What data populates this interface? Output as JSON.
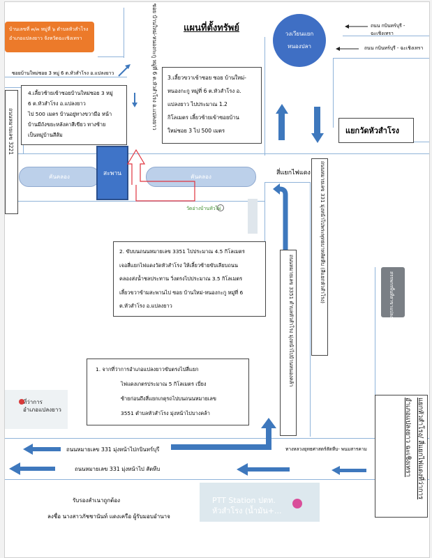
{
  "title": "แผนที่ตั้งทรัพย์",
  "note_orange": {
    "line1": "บ้านเลขที่ ๓/๓ หมู่ที่ ๖ ตำบลหัวสำโรง",
    "line2": "อำเภอแปลงยาว จังหวัดฉะเชิงเทรา"
  },
  "circle_label": {
    "line1": "วงเวียนแยก",
    "line2": "หนองปลา"
  },
  "roads": {
    "top_right_1": "ถนน กบินทร์บุรี - ฉะเชิงเทรา",
    "top_right_2": "ถนน กบินทร์บุรี - ฉะเชิงเทรา",
    "soi_left": "ซอยบ้านใหม่ซอย 3 หมู่ 6 ต.หัวสำโรง อ.แปลงยาว",
    "soi_vertical": "ซอย บ้านใหม่-หนองกะกู หมู่ที่ 6 ต.หัวสำโรง อ.แปลงยาว",
    "left_vertical": "ถนนหมายเลข 3221",
    "right_vertical_1": "ถนนหมายเลข 331 มุ่งหน้าไปพระพุทธบาทสัตหีบ (สีแยกหัวสำโรง)",
    "mid_vertical": "ถนนหมายเลข 3351 ตำบลหัวสำโรง มุ่งหน้าไปบ้านหนองคล้า",
    "bottom_1": "ถนนหมายเลข 331 มุ่งหน้าไปกบินทร์บุรี",
    "bottom_2": "ถนนหมายเลข 331 มุ่งหน้าไป สัตหีบ",
    "temple_road": "ทางหลวงยุทธศาสตร์สัตหีบ- พนมสารคาม"
  },
  "canals": {
    "left": "คันคลอง",
    "right": "คันคลอง"
  },
  "bridge": "สะพาน",
  "traffic_light": "สี่แยกไฟแดง",
  "junction": "แยกวัดหัวสำโรง",
  "temple_label": "วัดอ่างบ้านหัวไผ่",
  "map_thumb_left": {
    "line1": "ที่ว่าการ",
    "line2": "อำเภอแปลงยาว"
  },
  "right_side_label": "แยกหัวสำโรง/ สี่แยกไฟแดงที่ว่าการอำเภอแปลงยาว ฉะเชิงเทรา",
  "map_thumb_right": "สรรพกรพื้นที่สาขาแปลงยาว",
  "step1": [
    "1.   จากที่ว่าการอำเภอแปลงยาวขับตรงไปสี่แยก",
    "ไฟแดงเกตรประมาณ  5 กิโลเมตร เบี่ยง",
    "ซ้ายก่อนถึงสี่แยกเกตุรถไปบนถนนหมายเลข",
    "3551 ตำบลหัวสำโรง มุ่งหน้าไปบางคล้า"
  ],
  "step2": [
    "2. ขับบนถนนหมายเลข 3351 ไปประมาณ 4.5 กิโลเมตร",
    "เจอสี่แยกไฟแดงวัดหัวสำโรง ให้เลี้ยวซ้ายขับเลียบถนน",
    "คลองส่งน้ำชลประทาน วิ่งตรงไปประมาณ 3.5 กิโลเมตร",
    "เลี้ยวขวาข้ามสะพานไป ซอย บ้านใหม่-หนองกะกู หมู่ที่ 6",
    "ต.หัวสำโรง อ.แปลงยาว"
  ],
  "step3": [
    "3.เลี้ยวขวาเข้าซอย ซอย บ้านใหม่-",
    "หนองกะกู หมู่ที่ 6 ต.หัวสำโรง อ.",
    "แปลงยาว ไปประมาณ 1.2",
    "กิโลเมตร เลี้ยวซ้ายเข้าซอยบ้าน",
    "ใหม่ซอย 3 ไป 500 เมตร"
  ],
  "step4": [
    "4.เลี้ยวซ้ายเข้าซอยบ้านใหม่ซอย 3 หมู่",
    "6 ต.หัวสำโรง อ.แปลงยาว",
    " ไป 500 เมตร บ้านอยู่ทางขวามือ หน้า",
    "บ้านมีถังขยะหลังคาสีเขียว ทางซ้าย",
    "เป็นหมู่บ้านสีส้ม"
  ],
  "ptt": {
    "line1": "PTT Station ปตท.",
    "line2": "หัวสำโรง (น้ำมัน+..."
  },
  "certify": {
    "line1": "รับรองสำเนาถูกต้อง",
    "line2": "ลงชื่อ   นางสาวภัชชานันท์ แดงเครือ ผู้รับมอบอำนาจ"
  },
  "colors": {
    "road": "#8fb3d9",
    "arrow": "#3e78bd",
    "canal": "#bcd0ea",
    "orange": "#ec7a2a",
    "circle": "#3f6fc4",
    "bridge": "#3f74c8"
  }
}
